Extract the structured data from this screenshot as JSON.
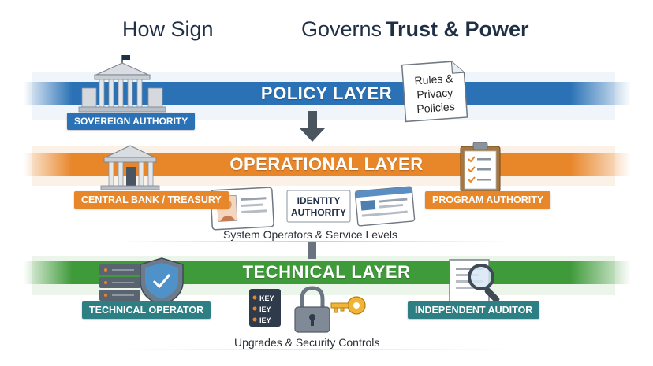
{
  "title": {
    "part1": "How Sign",
    "part2": "Governs",
    "part3": "Trust & Power"
  },
  "policy": {
    "layer": "POLICY LAYER",
    "authority": "SOVEREIGN AUTHORITY",
    "note_line1": "Rules &",
    "note_line2": "Privacy",
    "note_line3": "Policies"
  },
  "operational": {
    "layer": "OPERATIONAL LAYER",
    "central_bank": "CENTRAL BANK / TREASURY",
    "identity_line1": "IDENTITY",
    "identity_line2": "AUTHORITY",
    "program": "PROGRAM AUTHORITY",
    "caption": "System Operators & Service Levels"
  },
  "technical": {
    "layer": "TECHNICAL LAYER",
    "operator": "TECHNICAL OPERATOR",
    "auditor": "INDEPENDENT AUDITOR",
    "key_labels": [
      "KEY",
      "IEY",
      "IEY"
    ],
    "caption": "Upgrades & Security Controls"
  },
  "colors": {
    "policy": "#2a72b5",
    "operational": "#e8862a",
    "technical": "#3f9a3a",
    "teal": "#2e7f84",
    "navy": "#1f2f45"
  }
}
